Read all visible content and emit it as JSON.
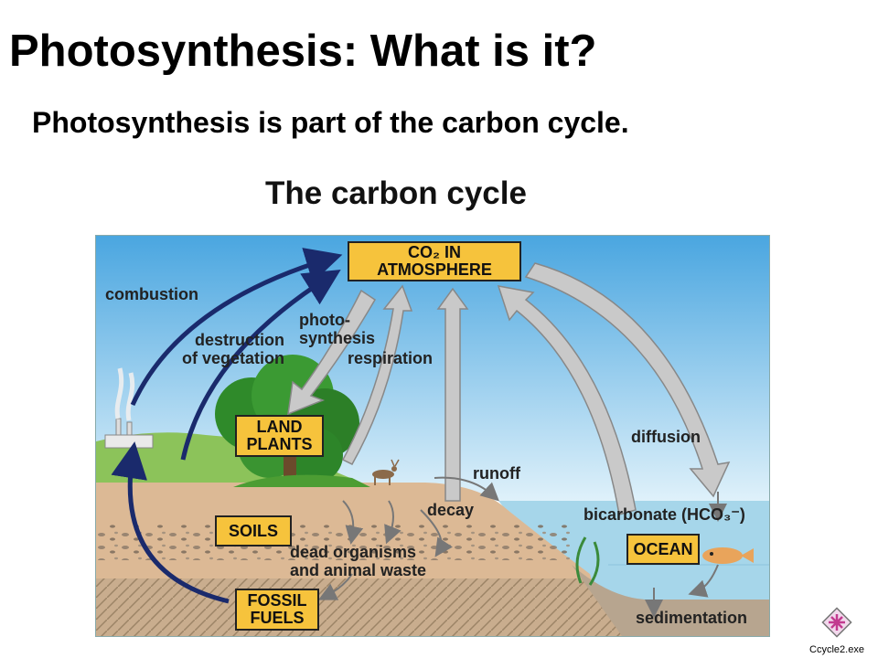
{
  "slide": {
    "title": "Photosynthesis:  What is it?",
    "subtitle": "Photosynthesis is part of the carbon cycle."
  },
  "diagram": {
    "title": "The carbon cycle",
    "boxes": {
      "co2": "CO₂ IN\nATMOSPHERE",
      "land_plants": "LAND\nPLANTS",
      "soils": "SOILS",
      "fossil_fuels": "FOSSIL\nFUELS",
      "ocean": "OCEAN"
    },
    "labels": {
      "combustion": "combustion",
      "destruction": "destruction\nof vegetation",
      "photosynthesis": "photo-\nsynthesis",
      "respiration": "respiration",
      "diffusion": "diffusion",
      "runoff": "runoff",
      "decay": "decay",
      "bicarbonate": "bicarbonate (HCO₃⁻)",
      "dead_organisms": "dead organisms\nand animal waste",
      "sedimentation": "sedimentation"
    },
    "colors": {
      "box_fill": "#f6c33c",
      "sky": "#5fb4e6",
      "soil": "#d9b48f",
      "ocean": "#a6d6ea",
      "dark_arrow": "#1a2a6c",
      "gray_arrow": "#c9c9c9"
    }
  },
  "shortcut": {
    "icon": "cycle-shortcut-icon",
    "caption": "Ccycle2.exe"
  }
}
